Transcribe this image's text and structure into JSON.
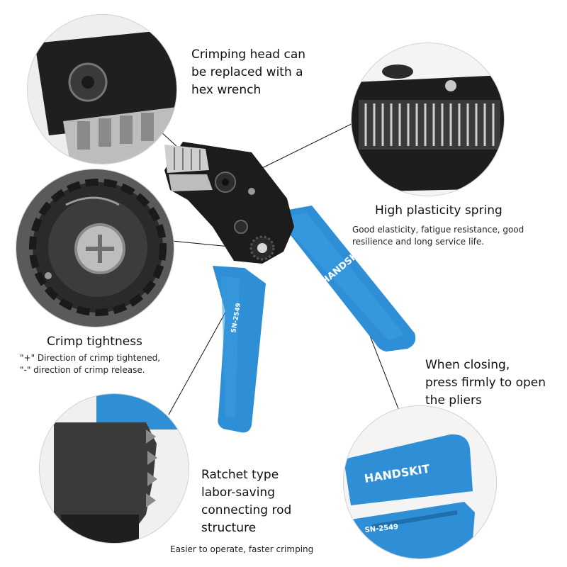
{
  "callouts": {
    "crimping_head": {
      "title_lines": [
        "Crimping head can",
        "be replaced with a",
        "hex wrench"
      ]
    },
    "spring": {
      "title": "High plasticity spring",
      "desc_lines": [
        "Good elasticity, fatigue resistance, good",
        "resilience and long service life."
      ]
    },
    "tightness": {
      "title": "Crimp tightness",
      "desc_lines": [
        "\"+\" Direction of crimp tightened,",
        "\"-\" direction of crimp release."
      ]
    },
    "closing": {
      "title_lines": [
        "When closing,",
        "press firmly to open",
        "the pliers"
      ]
    },
    "ratchet": {
      "title_lines": [
        "Ratchet type",
        "labor-saving",
        "connecting rod",
        "structure"
      ],
      "desc": "Easier to operate, faster crimping"
    }
  },
  "product": {
    "brand": "HANDSKIT",
    "model": "SN-2549"
  },
  "colors": {
    "handle_blue": "#2f8fd6",
    "handle_dark": "#1f6fae",
    "metal_dark": "#1c1c1c",
    "metal_light": "#c9c9c9",
    "leader_line": "#111111"
  }
}
